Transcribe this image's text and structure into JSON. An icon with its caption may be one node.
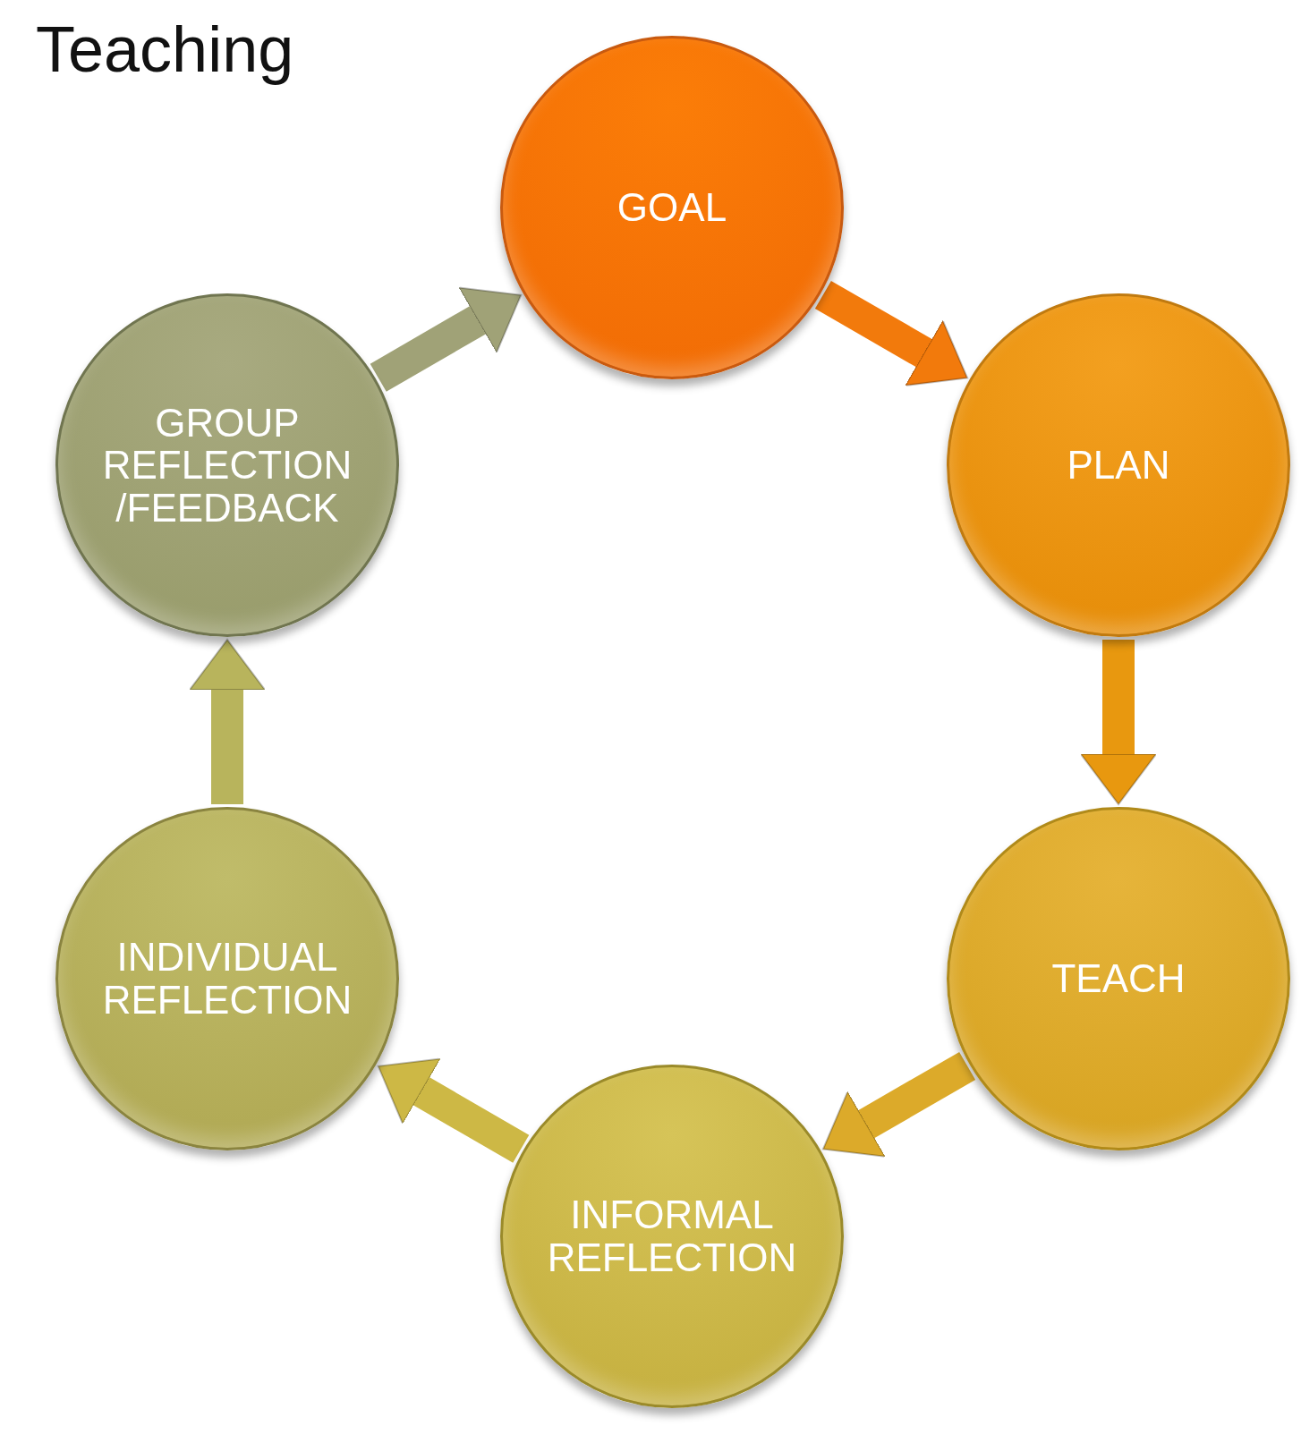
{
  "diagram": {
    "title": "Teaching",
    "nodes": [
      {
        "text": [
          "GOAL"
        ]
      },
      {
        "text": [
          "PLAN"
        ]
      },
      {
        "text": [
          "TEACH"
        ]
      },
      {
        "text": [
          "INFORMAL REFLECTION"
        ]
      },
      {
        "text": [
          "INDIVIDUAL REFLECTION"
        ]
      },
      {
        "text": [
          "GROUP REFLECTION /FEEDBACK"
        ]
      }
    ],
    "edges": [
      {
        "from": 0,
        "to": 1,
        "arrow": "to",
        "color": "#f27a0c"
      },
      {
        "from": 1,
        "to": 2,
        "arrow": "to",
        "color": "#e8980f"
      },
      {
        "from": 2,
        "to": 3,
        "arrow": "to",
        "color": "#dcaa2a"
      },
      {
        "from": 3,
        "to": 4,
        "arrow": "to",
        "color": "#cdb845"
      },
      {
        "from": 4,
        "to": 5,
        "arrow": "to",
        "color": "#b8b45c"
      },
      {
        "from": 5,
        "to": 0,
        "arrow": "to",
        "color": "#a0a277"
      }
    ]
  }
}
